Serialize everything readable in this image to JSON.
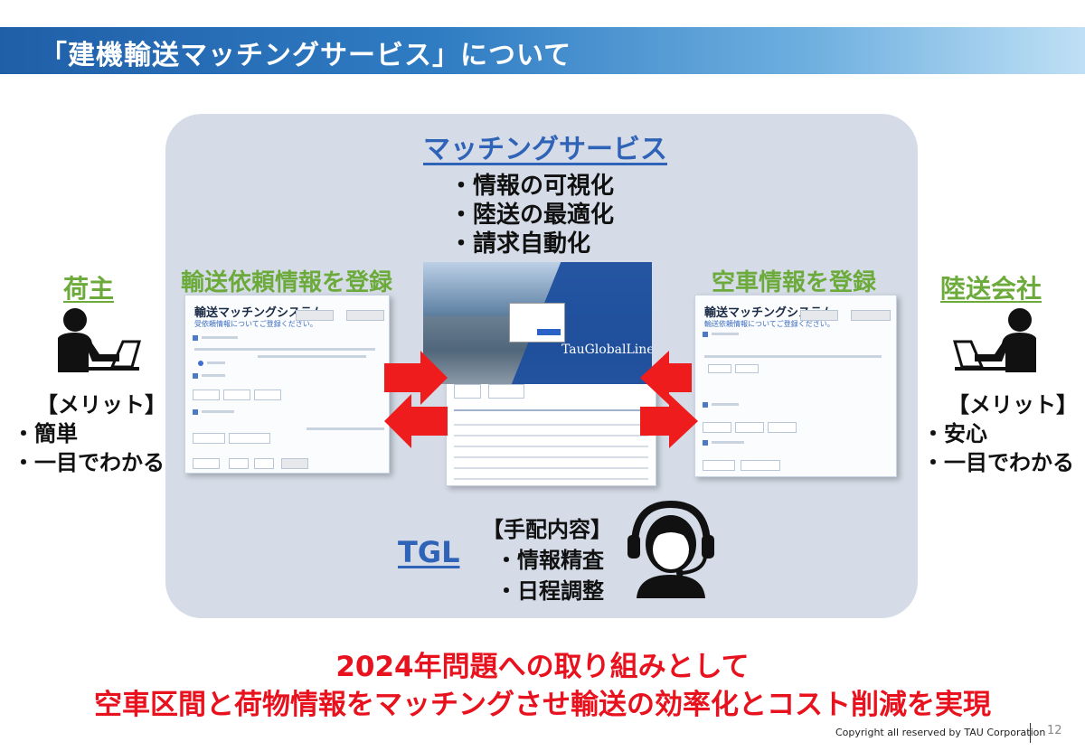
{
  "header": {
    "title": "「建機輸送マッチングサービス」について"
  },
  "service": {
    "title": "マッチングサービス",
    "benefits": [
      "・情報の可視化",
      "・陸送の最適化",
      "・請求自動化"
    ]
  },
  "shipper": {
    "label": "荷主",
    "action": "輸送依頼情報を登録",
    "merit_title": "【メリット】",
    "merits": [
      "・簡単",
      "・一目でわかる"
    ]
  },
  "carrier": {
    "label": "陸送会社",
    "action": "空車情報を登録",
    "merit_title": "【メリット】",
    "merits": [
      "・安心",
      "・一目でわかる"
    ]
  },
  "screens": {
    "left_title": "輸送マッチングシステム",
    "left_sub": "受依頼情報についてご登録ください。",
    "right_title": "輸送マッチングシステム",
    "right_sub": "輸送依頼情報についてご登録ください。",
    "logo": "TauGlobalLine"
  },
  "tgl": {
    "label": "TGL",
    "arrange_title": "【手配内容】",
    "arrange_items": [
      "・情報精査",
      "・日程調整"
    ]
  },
  "conclusion": {
    "line1": "2024年問題への取り組みとして",
    "line2": "空車区間と荷物情報をマッチングさせ輸送の効率化とコスト削減を実現"
  },
  "footer": {
    "copyright": "Copyright all reserved by TAU  Corporation",
    "page": "12"
  },
  "colors": {
    "accent_blue": "#2f63b8",
    "green": "#6cab3b",
    "arrow_red": "#ee1c1c",
    "conclusion_red": "#e8121e",
    "panel": "#d5dce7"
  }
}
